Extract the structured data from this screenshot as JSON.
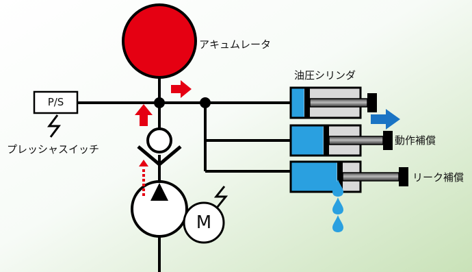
{
  "labels": {
    "accumulator": "アキュムレータ",
    "cylinder": "油圧シリンダ",
    "pressure_switch_box": "P/S",
    "pressure_switch": "プレッシャスイッチ",
    "motion_comp": "動作補償",
    "leak_comp": "リーク補償",
    "motor": "M"
  },
  "colors": {
    "accumulator": "#e50012",
    "flow_arrow": "#e50012",
    "cylinder_fluid": "#2aa0e0",
    "cylinder_body": "#d9d9d9",
    "motion_arrow": "#1a74c4",
    "leak_drops": "#2aa0e0",
    "line": "#000000"
  }
}
